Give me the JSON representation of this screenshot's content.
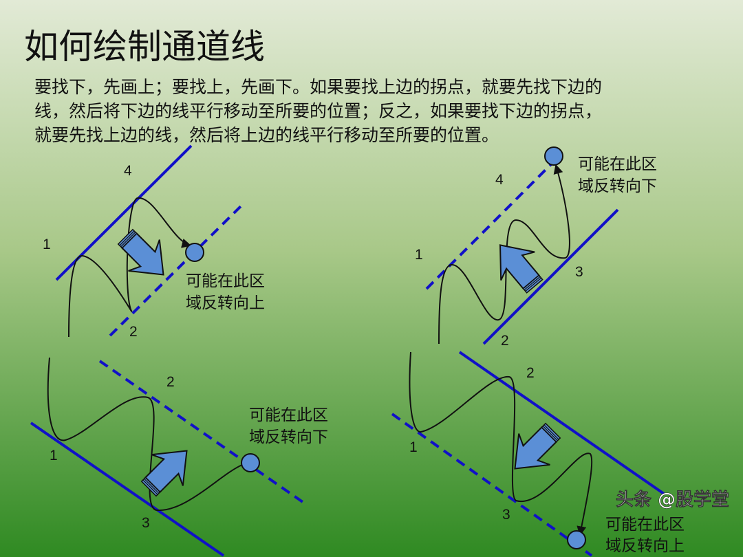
{
  "title": "如何绘制通道线",
  "intro_lines": [
    "要找下，先画上；要找上，先画下。如果要找上边的拐点，就要先找下边的",
    "线，然后将下边的线平行移动至所要的位置；反之，如果要找下边的拐点，",
    "就要先找上边的线，然后将上边的线平行移动至所要的位置。"
  ],
  "panels": [
    {
      "labels": [
        "4",
        "1",
        "2"
      ],
      "note": [
        "可能在此区",
        "域反转向上"
      ]
    },
    {
      "labels": [
        "4",
        "1",
        "3",
        "2"
      ],
      "note": [
        "可能在此区",
        "域反转向下"
      ]
    },
    {
      "labels": [
        "2",
        "1",
        "3"
      ],
      "note": [
        "可能在此区",
        "域反转向下"
      ]
    },
    {
      "labels": [
        "2",
        "1",
        "3"
      ],
      "note": [
        "可能在此区",
        "域反转向上"
      ]
    }
  ],
  "watermark": "头条 @股学堂",
  "colors": {
    "channel_line": "#1010c8",
    "arrow_fill": "#5b8fd6",
    "background_top": "#e2ead6",
    "background_bottom": "#2f8a22"
  }
}
